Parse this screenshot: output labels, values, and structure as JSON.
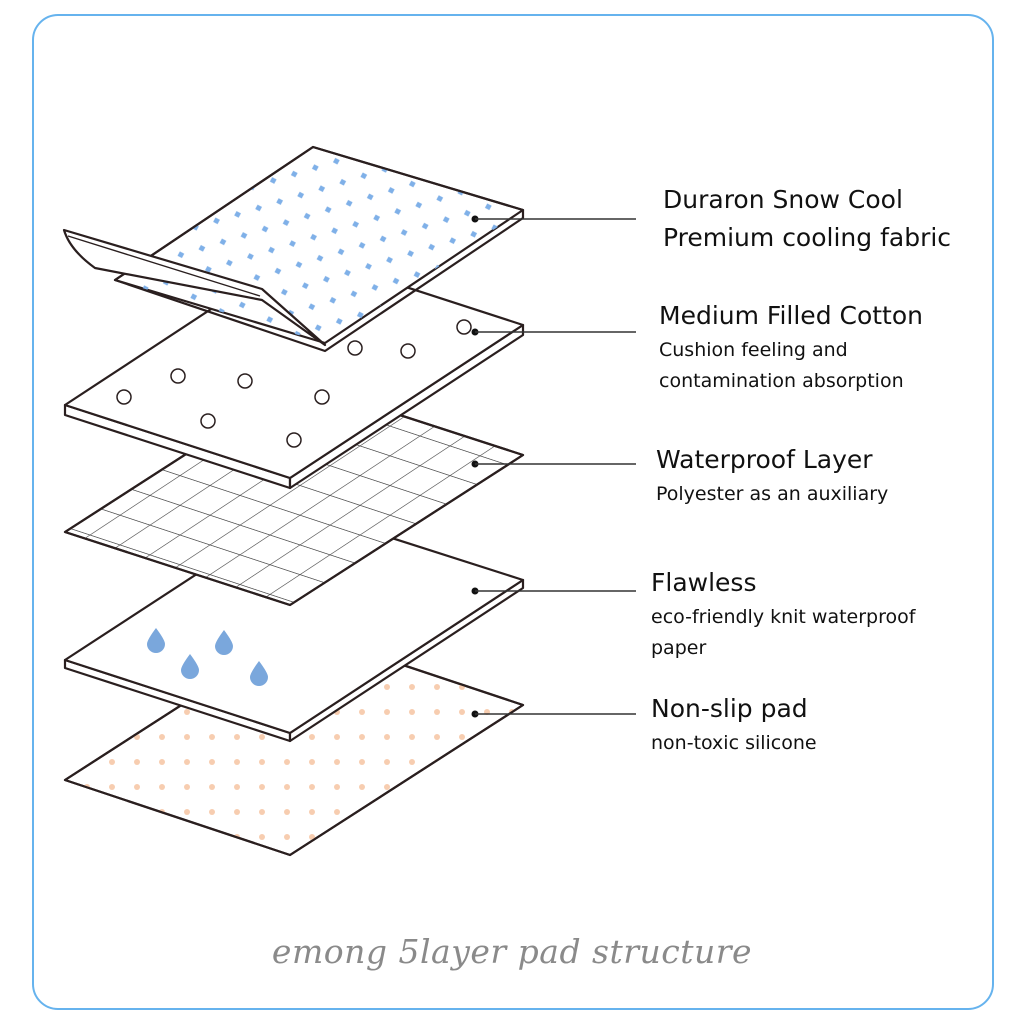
{
  "layers": [
    {
      "title": "Duraron Snow Cool",
      "lines": [
        "Premium cooling fabric"
      ]
    },
    {
      "title": "Medium Filled Cotton",
      "lines": [
        "Cushion feeling and",
        "contamination absorption"
      ]
    },
    {
      "title": "Waterproof Layer",
      "lines": [
        "Polyester as an auxiliary"
      ]
    },
    {
      "title": "Flawless",
      "lines": [
        "eco-friendly knit waterproof",
        "paper"
      ]
    },
    {
      "title": "Non-slip pad",
      "lines": [
        "non-toxic silicone"
      ]
    }
  ],
  "caption": "emong 5layer pad structure",
  "colors": {
    "border": "#66b3ee",
    "blue_dots": "#7fb0e8",
    "peach_dots": "#f7cdb0",
    "drops": "#7aa7dc",
    "outline": "#2a1f1f"
  }
}
